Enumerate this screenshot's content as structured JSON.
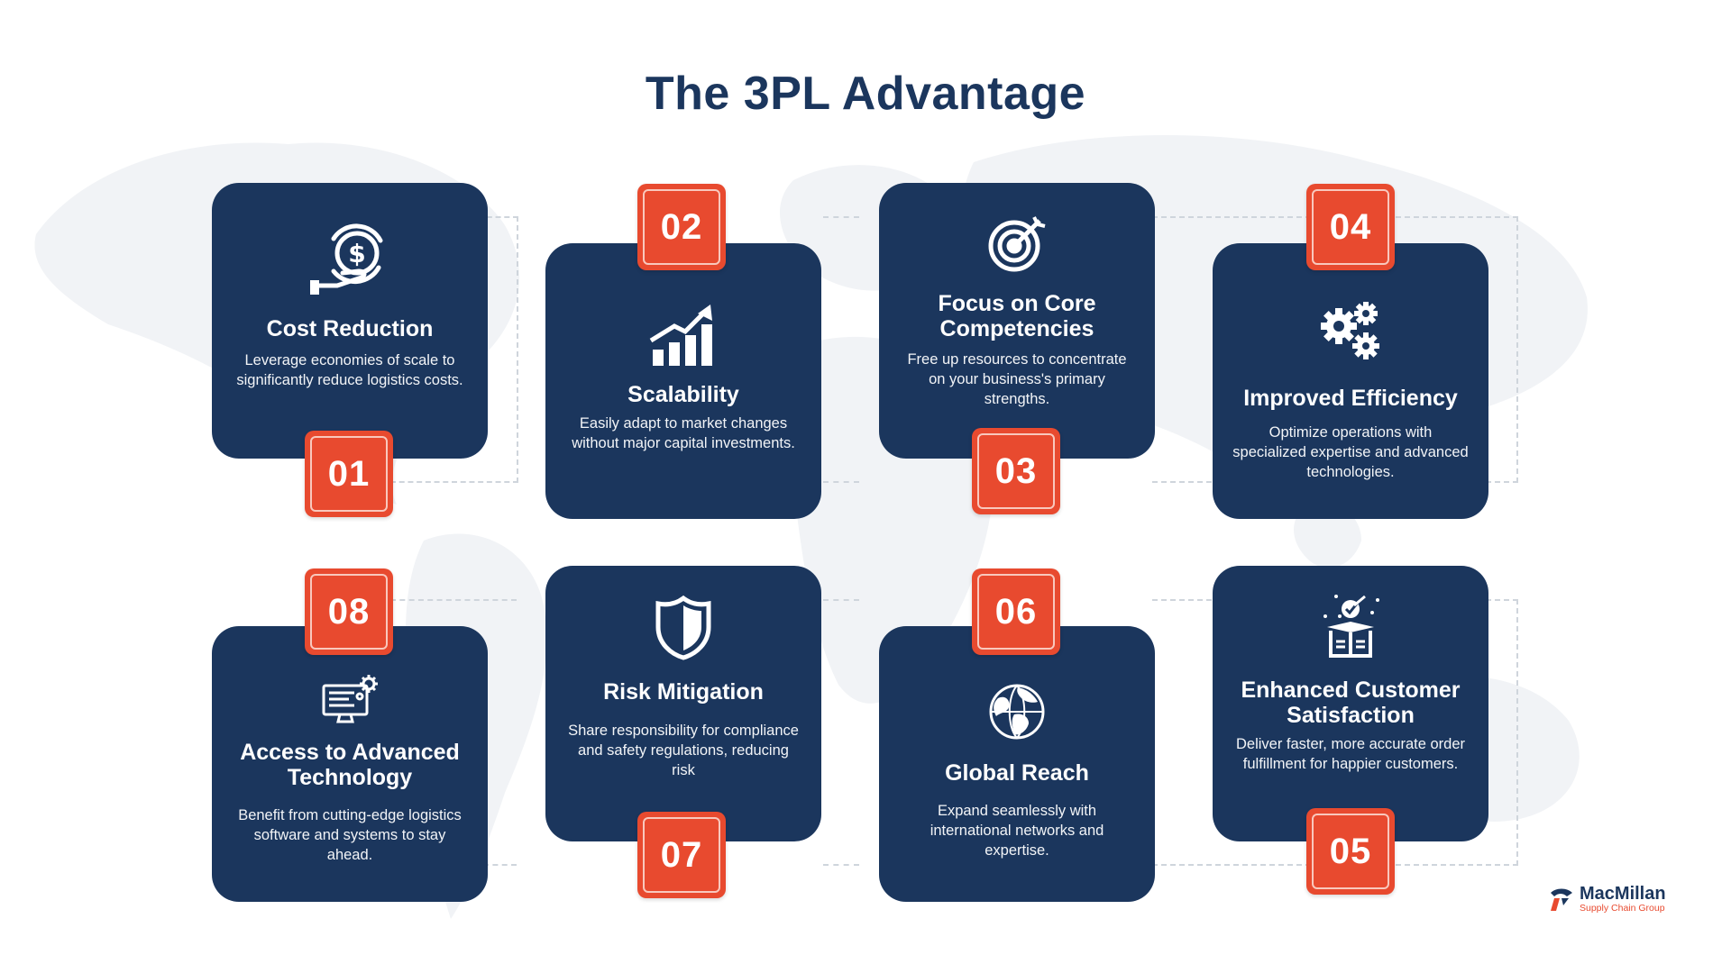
{
  "page": {
    "title": "The 3PL Advantage",
    "colors": {
      "navy": "#1b365d",
      "accent": "#e84a2f",
      "background": "#ffffff",
      "connector": "#cfd5dc"
    }
  },
  "cards": [
    {
      "number": "01",
      "title": "Cost Reduction",
      "description": "Leverage economies of scale to significantly reduce logistics costs.",
      "icon": "money-hand-icon"
    },
    {
      "number": "02",
      "title": "Scalability",
      "description": "Easily adapt to market changes without major capital investments.",
      "icon": "growth-chart-icon"
    },
    {
      "number": "03",
      "title": "Focus on Core Competencies",
      "description": "Free up resources to concentrate on your business's primary strengths.",
      "icon": "target-icon"
    },
    {
      "number": "04",
      "title": "Improved Efficiency",
      "description": "Optimize operations with specialized expertise and advanced technologies.",
      "icon": "gears-icon"
    },
    {
      "number": "05",
      "title": "Enhanced Customer Satisfaction",
      "description": "Deliver faster, more accurate order fulfillment for happier customers.",
      "icon": "box-check-icon"
    },
    {
      "number": "06",
      "title": "Global Reach",
      "description": "Expand seamlessly with international networks and expertise.",
      "icon": "globe-icon"
    },
    {
      "number": "07",
      "title": "Risk Mitigation",
      "description": "Share responsibility for compliance and safety regulations, reducing risk",
      "icon": "shield-icon"
    },
    {
      "number": "08",
      "title": "Access to Advanced Technology",
      "description": "Benefit from cutting-edge logistics software and systems to stay ahead.",
      "icon": "computer-gear-icon"
    }
  ],
  "logo": {
    "name": "MacMillan",
    "tagline": "Supply Chain Group"
  }
}
